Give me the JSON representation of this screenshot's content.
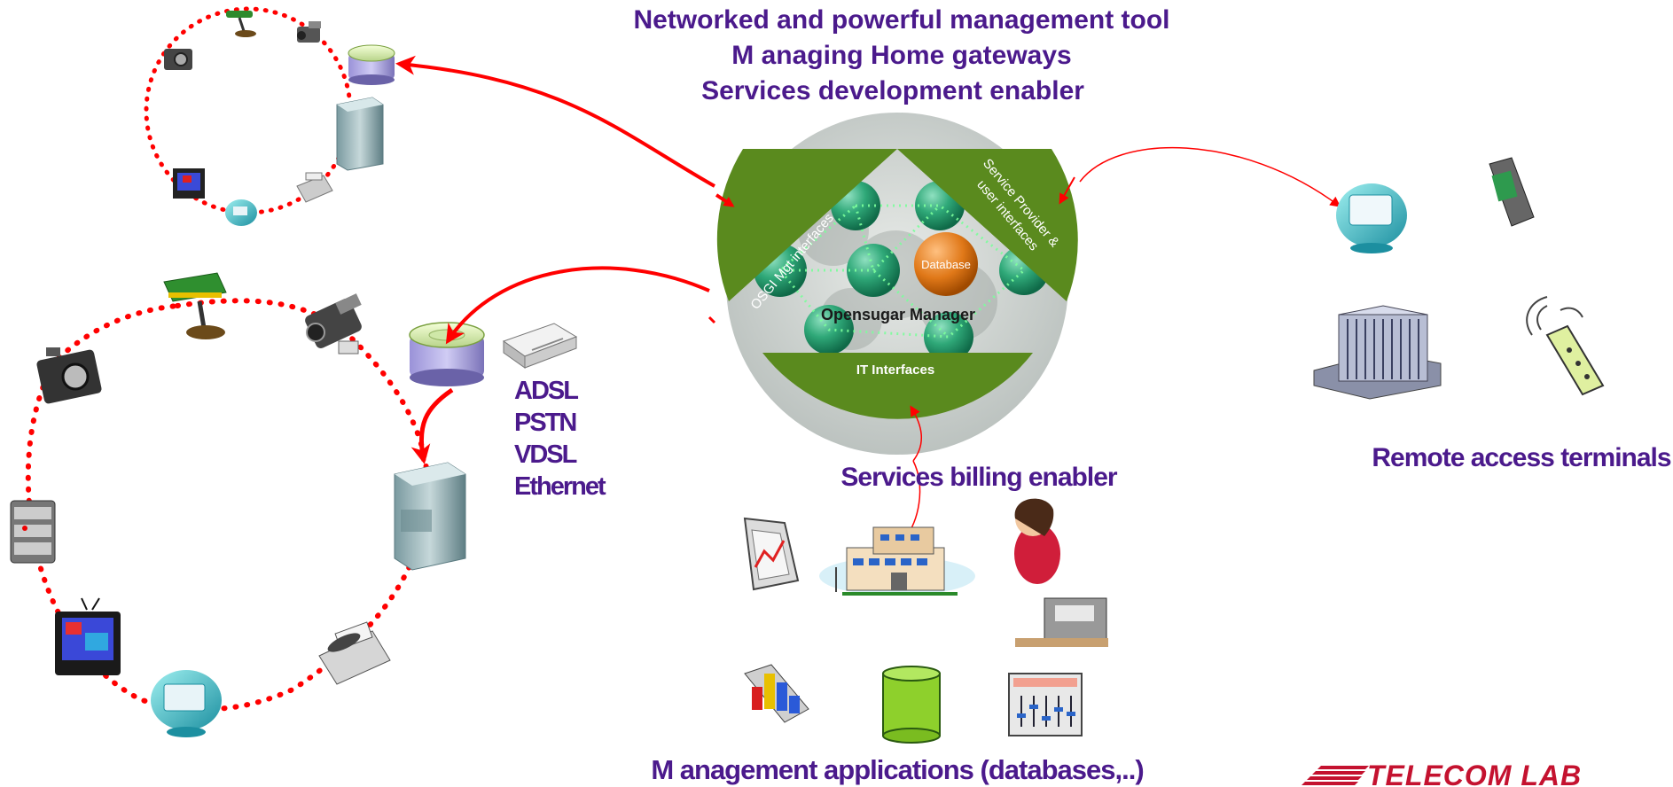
{
  "header": {
    "line1": "Networked and powerful  management tool",
    "line2": "M anaging Home gateways",
    "line3": "Services development enabler"
  },
  "center_disc": {
    "label": "Opensugar Manager",
    "database_label": "Database",
    "sector_left": "OSGI Mgt interfaces",
    "sector_right_line1": "Service Provider &",
    "sector_right_line2": "user interfaces",
    "sector_bottom": "IT Interfaces"
  },
  "access_types": [
    "ADSL",
    "PSTN",
    "VDSL",
    "Ethernet"
  ],
  "labels": {
    "billing": "Services billing enabler",
    "remote": "Remote access terminals",
    "management": "M anagement applications (databases,..)"
  },
  "logo": {
    "text": "TELECOM LAB"
  },
  "colors": {
    "title_purple": "#4b1a8c",
    "arrow_red": "#ff0000",
    "disc_green": "#5a8a1e",
    "sphere_green": "#2fa878",
    "database_orange": "#e07818",
    "logo_red": "#c4122f"
  }
}
